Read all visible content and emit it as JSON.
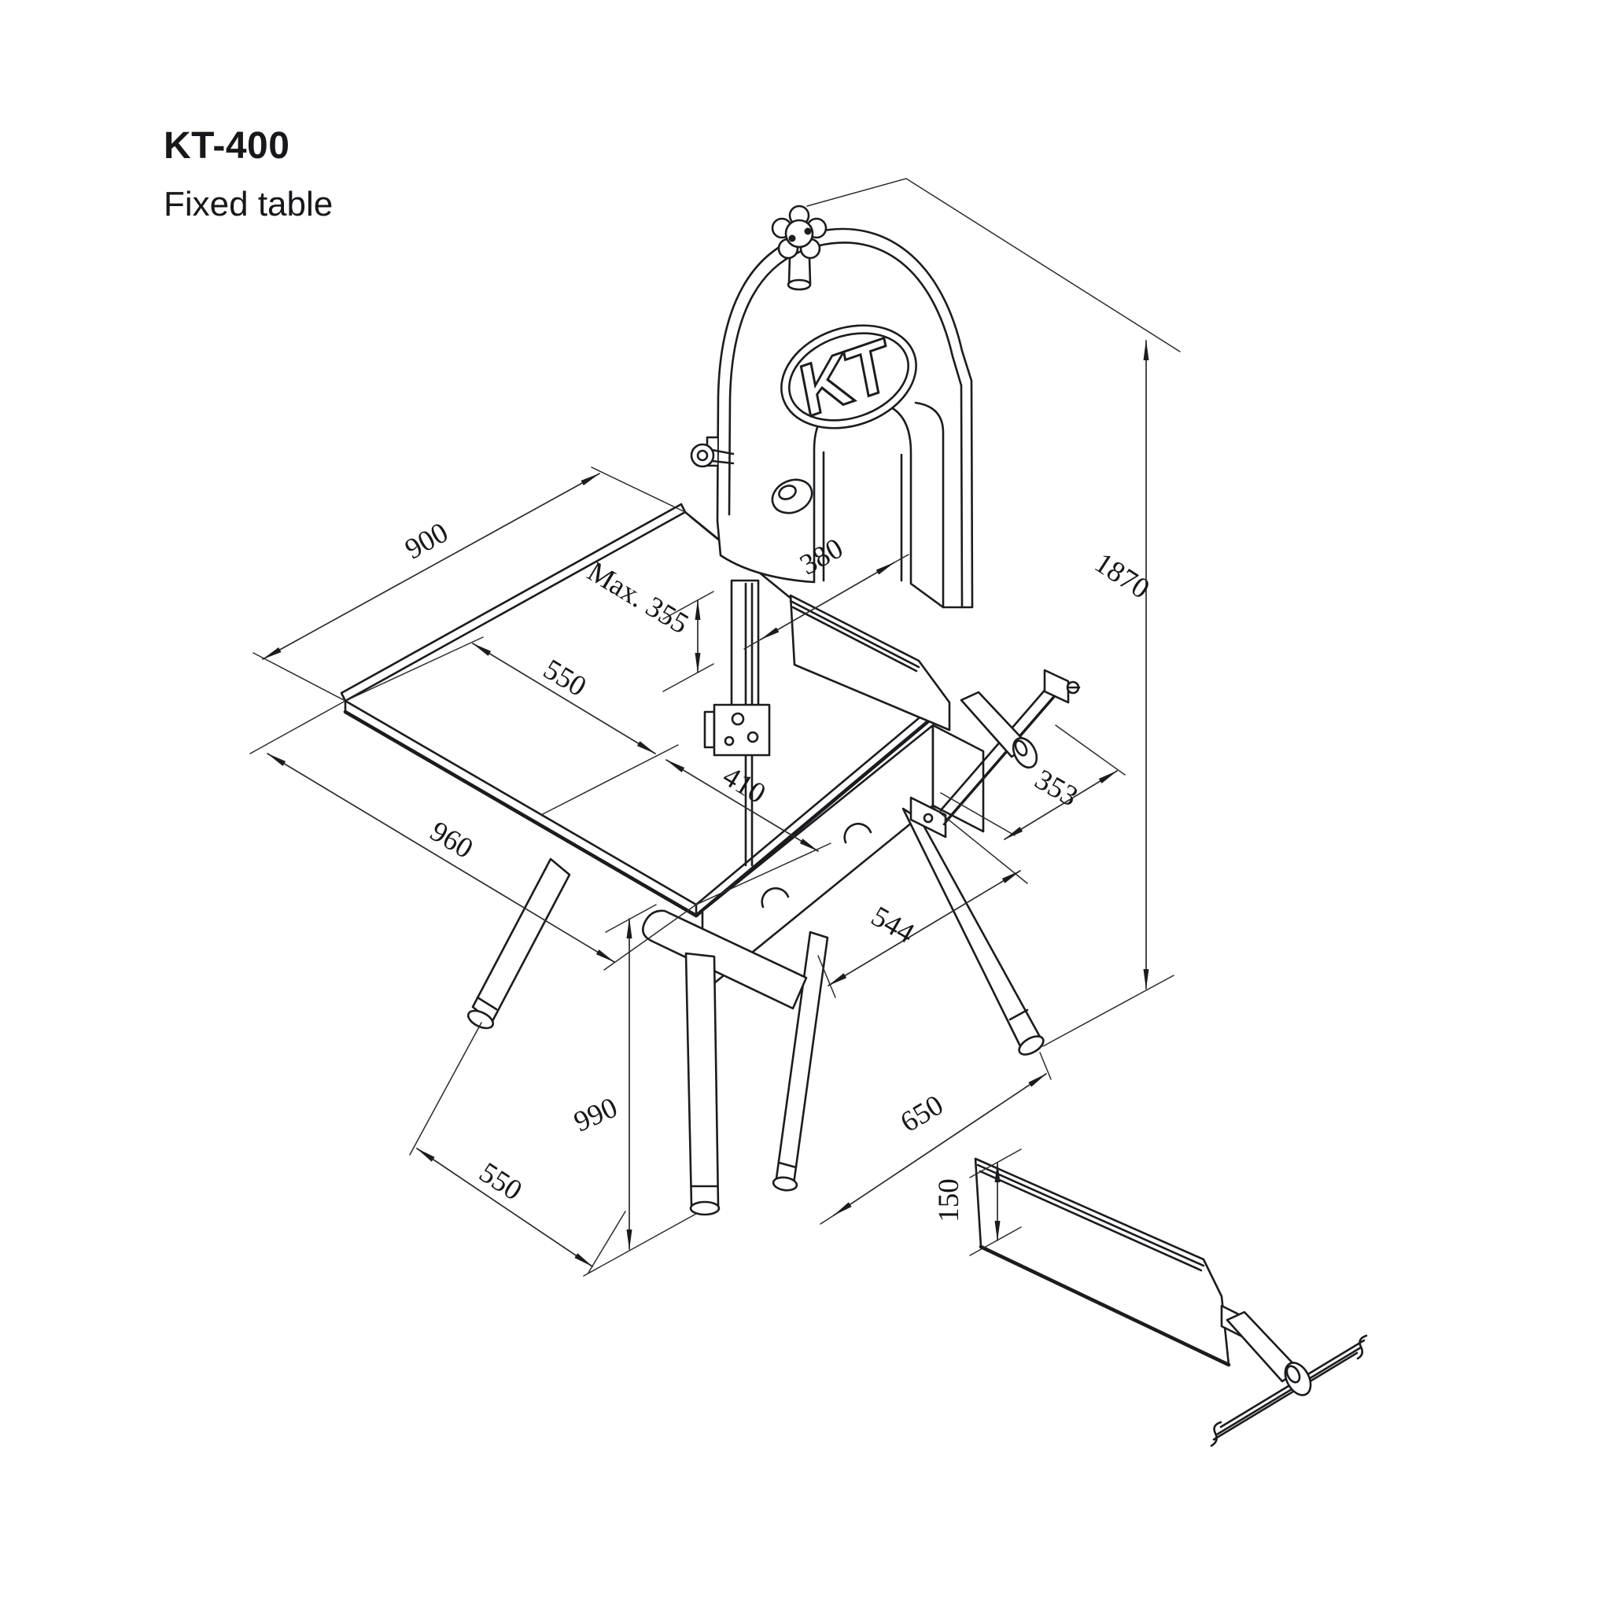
{
  "title": {
    "model": "KT-400",
    "subtitle": "Fixed table"
  },
  "logo": {
    "text": "KT"
  },
  "dims": {
    "table_depth": "900",
    "table_left_width": "550",
    "table_right_width": "410",
    "table_total_width": "960",
    "max_cut_height": "Max. 355",
    "throat_width": "380",
    "overall_height": "1870",
    "rail_travel": "353",
    "base_length": "544",
    "table_height": "990",
    "leg_spread_front": "550",
    "leg_spread_side": "650",
    "fence_height": "150"
  },
  "colors": {
    "line": "#1b1c20",
    "background": "#ffffff"
  }
}
